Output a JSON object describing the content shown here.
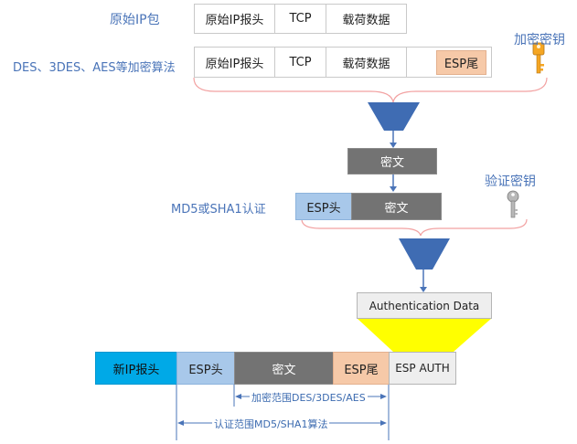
{
  "labels": {
    "original_ip_packet": "原始IP包",
    "encrypt_algorithms": "DES、3DES、AES等加密算法",
    "encryption_key": "加密密钥",
    "auth_algorithms": "MD5或SHA1认证",
    "auth_key": "验证密钥"
  },
  "row1": {
    "ip_header": "原始IP报头",
    "tcp": "TCP",
    "payload": "载荷数据"
  },
  "row2": {
    "ip_header": "原始IP报头",
    "tcp": "TCP",
    "payload": "载荷数据",
    "esp_trailer": "ESP尾"
  },
  "ciphertext_box": "密文",
  "esp_row": {
    "esp_header": "ESP头",
    "ciphertext": "密文"
  },
  "auth_data": "Authentication Data",
  "final_packet": {
    "new_ip_header": "新IP报头",
    "esp_header": "ESP头",
    "ciphertext": "密文",
    "esp_trailer": "ESP尾",
    "esp_auth": "ESP AUTH"
  },
  "ranges": {
    "encryption_range": "加密范围DES/3DES/AES",
    "auth_range": "认证范围MD5/SHA1算法"
  },
  "colors": {
    "funnel_blue": "#3f6cb3",
    "auth_trapezoid": "#ffff00",
    "curly_brace": "#f2a1a1",
    "label_blue": "#4a74b8",
    "encryption_key_icon": "#f5a623",
    "auth_key_icon": "#a9a9a9"
  }
}
